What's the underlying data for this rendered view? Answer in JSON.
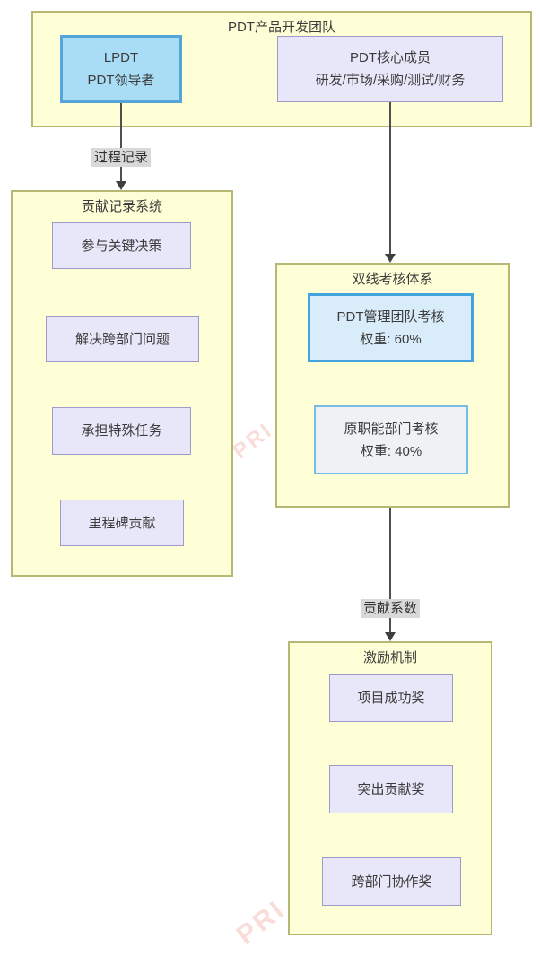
{
  "diagram": {
    "top_group": {
      "title": "PDT产品开发团队",
      "leader_box": {
        "line1": "LPDT",
        "line2": "PDT领导者"
      },
      "members_box": {
        "line1": "PDT核心成员",
        "line2": "研发/市场/采购/测试/财务"
      }
    },
    "edge_labels": {
      "process_record": "过程记录",
      "contribution_factor": "贡献系数"
    },
    "contribution_group": {
      "title": "贡献记录系统",
      "items": [
        "参与关键决策",
        "解决跨部门问题",
        "承担特殊任务",
        "里程碑贡献"
      ]
    },
    "assessment_group": {
      "title": "双线考核体系",
      "pdt_assessment_box": {
        "line1": "PDT管理团队考核",
        "line2": "权重: 60%"
      },
      "dept_assessment_box": {
        "line1": "原职能部门考核",
        "line2": "权重: 40%"
      }
    },
    "incentive_group": {
      "title": "激励机制",
      "items": [
        "项目成功奖",
        "突出贡献奖",
        "跨部门协作奖"
      ]
    },
    "watermark": "PRI"
  },
  "colors": {
    "group_fill": "#feffd6",
    "group_border": "#b6b874",
    "leader_fill": "#a9dcf5",
    "leader_border": "#54a6d9",
    "lavender_fill": "#e8e7f9",
    "lavender_border": "#9e9bca",
    "blue_light_fill": "#d9ecf9",
    "blue_light_border": "#43a4dd",
    "gray_node_fill": "#eef2f5",
    "gray_node_border": "#76bce5",
    "edge_label_bg": "#d9d9d9",
    "line": "#4f4f4f",
    "text": "#3b3b3b",
    "watermark": "#eb948a"
  }
}
